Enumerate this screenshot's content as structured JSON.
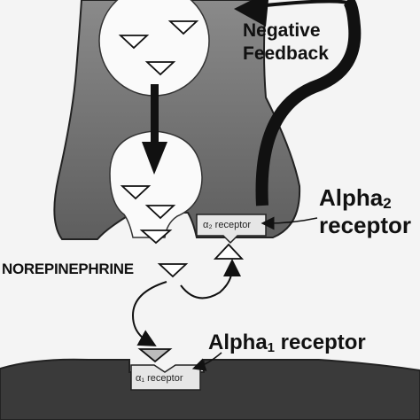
{
  "labels": {
    "negative_feedback_line1": "Negative",
    "negative_feedback_line2": "Feedback",
    "alpha2_prefix": "Alpha",
    "alpha2_sub": "2",
    "alpha2_line2": "receptor",
    "norepinephrine": "NOREPINEPHRINE",
    "alpha1_prefix": "Alpha",
    "alpha1_sub": "1",
    "alpha1_suffix": " receptor",
    "alpha2_receptor_tag": "α₂ receptor",
    "alpha1_receptor_tag": "α₁ receptor"
  },
  "colors": {
    "neuron_fill": "#6d6d6d",
    "postsynaptic_fill": "#3b3b3b",
    "vesicle_fill": "#ffffff",
    "arrow": "#111111",
    "background": "#f4f4f4"
  }
}
